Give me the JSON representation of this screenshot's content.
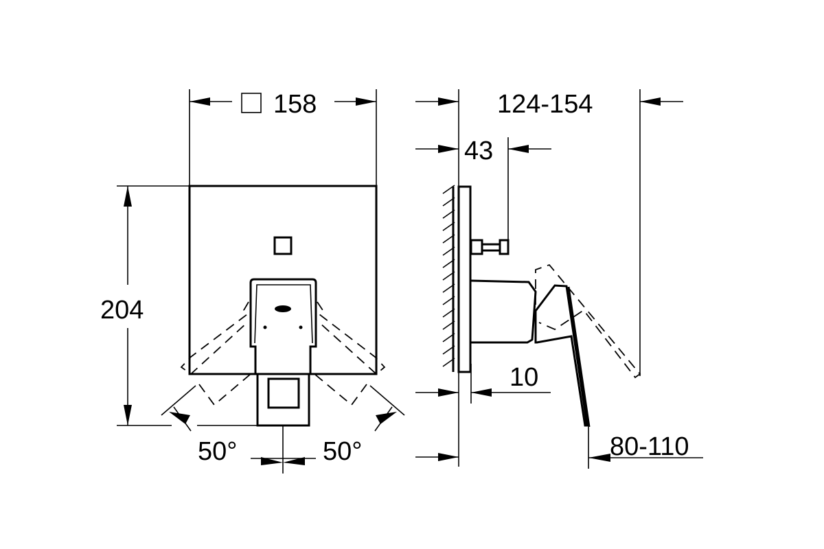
{
  "drawing": {
    "type": "technical drawing",
    "subject": "concealed single-lever mixer with diverter (front and side view)",
    "stroke_color": "#000000",
    "background_color": "#ffffff",
    "front_view": {
      "width_label": "158",
      "width_symbol": "square",
      "height_label": "204",
      "angle_left_label": "50°",
      "angle_right_label": "50°"
    },
    "side_view": {
      "depth_range_label": "124-154",
      "diverter_depth_label": "43",
      "plate_thickness_label": "10",
      "lever_reach_label": "80-110"
    }
  }
}
